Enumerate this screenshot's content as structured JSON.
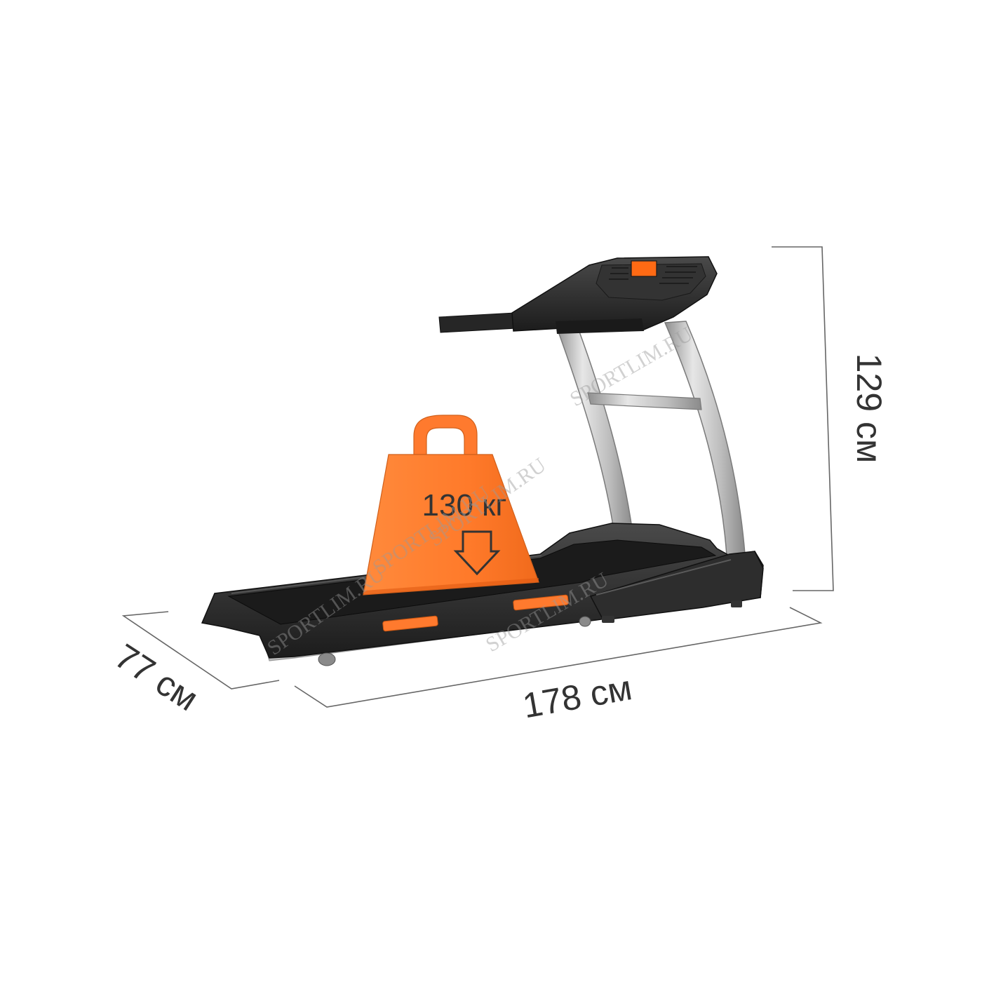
{
  "product": {
    "kind": "treadmill",
    "colors": {
      "frame_dark": "#2b2b2b",
      "frame_mid": "#3a3a3a",
      "belt": "#1e1e1e",
      "silver": "#c9c9c9",
      "accent_orange": "#ff7a2e",
      "console_screen": "#ff6a14"
    }
  },
  "weight": {
    "label": "130 кг",
    "icon": "down-arrow-icon",
    "color": "#ff7a2e"
  },
  "dimensions": {
    "height": "129 см",
    "length": "178 см",
    "width": "77 см",
    "line_color": "#666666"
  },
  "watermark": {
    "text": "SPORTLIM.RU"
  }
}
